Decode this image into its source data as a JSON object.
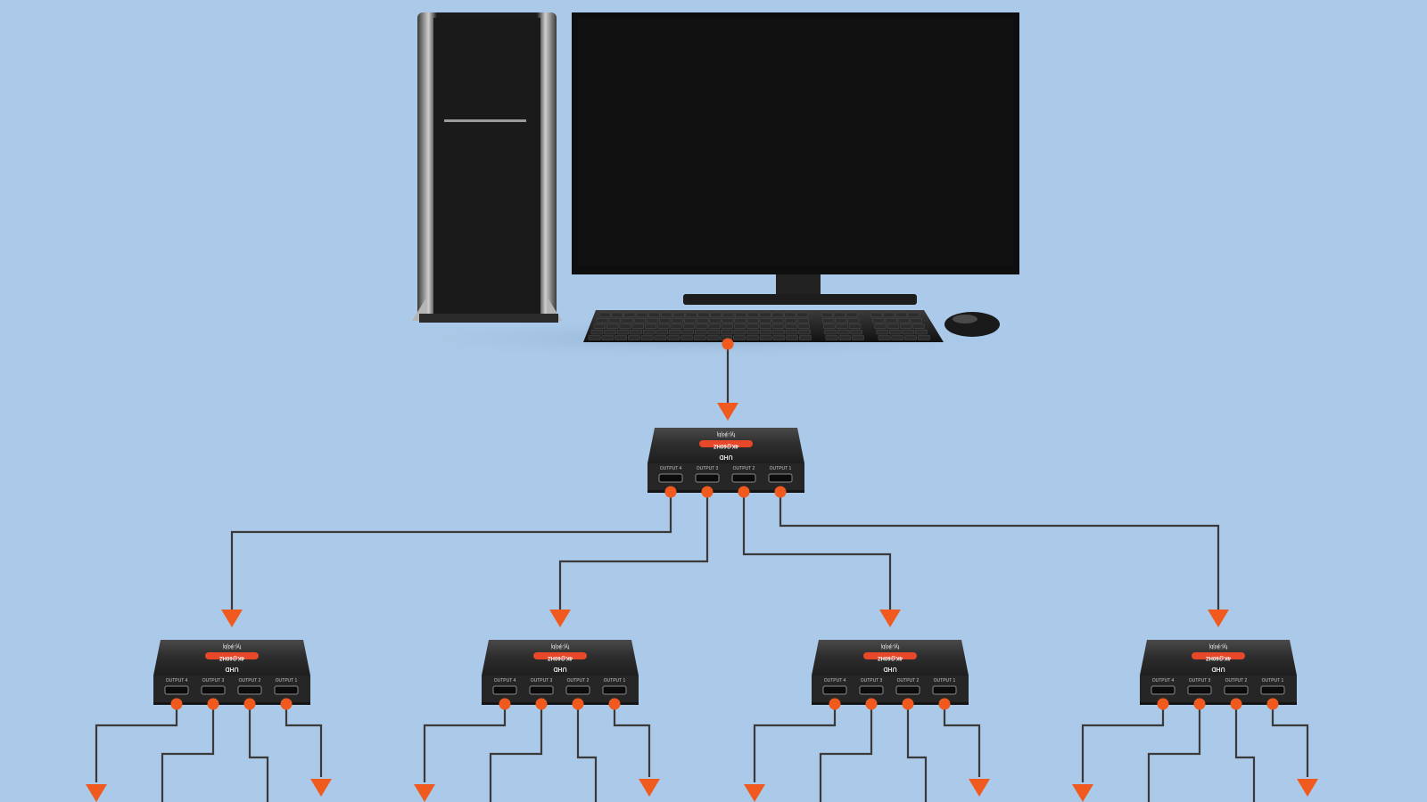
{
  "colors": {
    "background": "#abc9e8",
    "connector": "#3a3a3a",
    "accent": "#f05a1e",
    "device_body": "#2a2a2a",
    "badge": "#e8482a"
  },
  "devices": {
    "computer": {
      "icon": "desktop-pc-icon",
      "parts": [
        "tower",
        "monitor",
        "keyboard",
        "mouse"
      ]
    },
    "splitter": {
      "icon": "hdmi-splitter-icon",
      "brand": "fyj.ijkljbj",
      "badge": "4K@60HZ",
      "model": "UHD",
      "ports": [
        "OUTPUT 4",
        "OUTPUT 3",
        "OUTPUT 2",
        "OUTPUT 1"
      ]
    }
  }
}
